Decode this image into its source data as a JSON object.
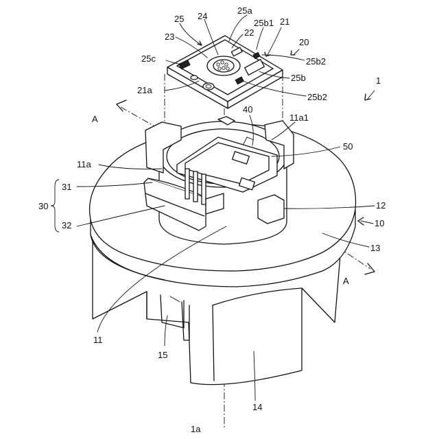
{
  "labels": {
    "l1": "1",
    "l1a": "1a",
    "l10": "10",
    "l11": "11",
    "l11a": "11a",
    "l11a1": "11a1",
    "l12": "12",
    "l13": "13",
    "l14": "14",
    "l15": "15",
    "l20": "20",
    "l21": "21",
    "l21a": "21a",
    "l22": "22",
    "l23": "23",
    "l24": "24",
    "l25": "25",
    "l25a": "25a",
    "l25b": "25b",
    "l25b1": "25b1",
    "l25b2_top": "25b2",
    "l25b2_bottom": "25b2",
    "l25c": "25c",
    "l30": "30",
    "l31": "31",
    "l32": "32",
    "l40": "40",
    "l50": "50",
    "lA_left": "A",
    "lA_right": "A"
  }
}
